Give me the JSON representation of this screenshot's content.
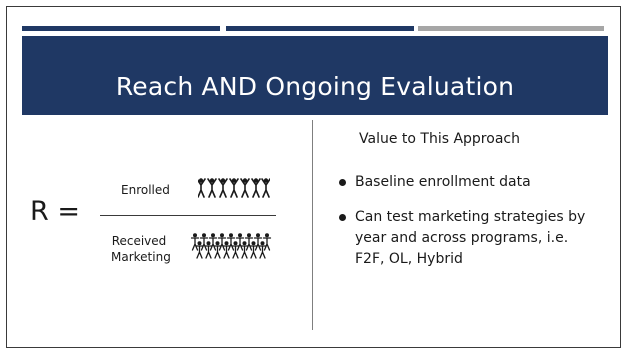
{
  "slide": {
    "title": "Reach AND Ongoing Evaluation",
    "colors": {
      "title_band": "#1f3864",
      "accent_bar_dark": "#1f3864",
      "accent_bar_light": "#a6a6a6"
    }
  },
  "formula": {
    "symbol": "R =",
    "numerator_label": "Enrolled",
    "denominator_label": "Received Marketing",
    "numerator_icon": "people-group-icon",
    "denominator_icon": "people-crowd-icon"
  },
  "right_panel": {
    "heading": "Value to This Approach",
    "bullets": [
      "Baseline enrollment data",
      "Can test marketing strategies by year and across programs, i.e. F2F, OL, Hybrid"
    ]
  }
}
